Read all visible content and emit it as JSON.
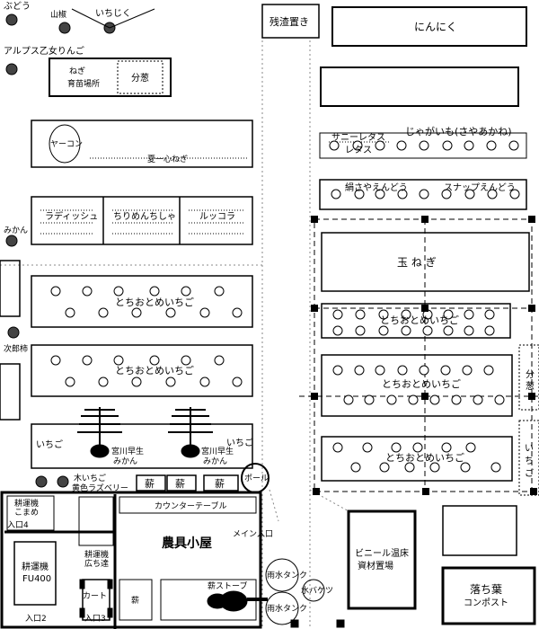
{
  "labels": {
    "budou": "ぶどう",
    "sansho": "山椒",
    "ichijiku": "いちじく",
    "alps_otome": "アルプス乙女りんご",
    "negi_nursery": "ねぎ\n育苗場所",
    "bunto": "分葱",
    "yacon": "ヤーコン",
    "kaishin_negi": "夏一心ねぎ",
    "radish": "ラディッシュ",
    "chirimen": "ちりめんちしゃ",
    "rucola": "ルッコラ",
    "mikan_side": "みかん",
    "tochiotome": "とちおとめいちご",
    "jirogaki": "次郎柿",
    "ichigo": "いちご",
    "miyakawa_wase": "宮川早生\nみかん",
    "kiichigo": "木いちご\n黄色ラズベリー",
    "takigi": "薪",
    "pole": "ポール",
    "counter_table": "カウンターテーブル",
    "tiller_fu400": "耕運機\nFU400",
    "tiller_komame": "耕運機\nこまめ",
    "tiller_hiro": "耕運機\n広ち達",
    "iriguchi4": "入口4",
    "iriguchi2": "入口2",
    "iriguchi3": "入口3",
    "nougu_goya": "農具小屋",
    "main_entrance": "メイン入口",
    "cart": "カート",
    "takigi_stove": "薪ストーブ",
    "rain_tank": "雨水タンク",
    "water_bucket": "水バケツ",
    "zansa_oki": "残渣置き",
    "ninniku": "にんにく",
    "sunny_lettuce": "サニーレタス",
    "lettuce": "レタス",
    "potato": "じゃがいも(さやあかね)",
    "kinusaya": "絹さやえんどう",
    "snap": "スナップえんどう",
    "tamanegi": "玉 ね ぎ",
    "vinyl_onsho": "ビニール温床\n資材置場",
    "ochiba": "落ち葉\nコンポスト",
    "bunto_v": "分\n葱",
    "ichigo_v": "い\nち\nご"
  }
}
